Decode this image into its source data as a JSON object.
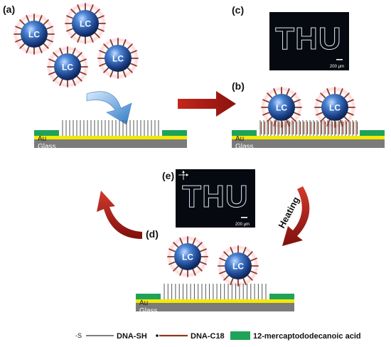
{
  "panels": {
    "a": "(a)",
    "b": "(b)",
    "c": "(c)",
    "d": "(d)",
    "e": "(e)"
  },
  "particle_label": "LC",
  "layer_labels": {
    "gold": "Au",
    "glass": "Glass"
  },
  "micrograph": {
    "text": "THU",
    "scale_bar": "200 μm"
  },
  "heating_label": "Heating",
  "legend": {
    "dna_sh_symbol": "-S",
    "dna_sh": "DNA-SH",
    "dna_c18": "DNA-C18",
    "mercapto": "12-mercaptododecanoic acid"
  },
  "colors": {
    "gold": "#f3e800",
    "glass": "#7b7b7b",
    "green": "#1fa35a",
    "dark_red": "#a0221b",
    "blue_arrow": "#3f86cf",
    "particle": "#1f4f9a",
    "tail": "#8b3a20"
  }
}
